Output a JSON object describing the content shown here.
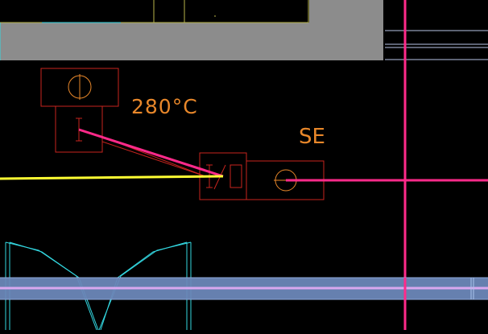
{
  "labels": {
    "temperature": "280°C",
    "se": "SE",
    "phi_upper": "Φ",
    "i_symbol": "I",
    "io_symbol": "I/O",
    "theta_symbol": "θ"
  },
  "colors": {
    "background": "#000000",
    "gray_block": "#8c8c8c",
    "cad_red": "#c8241e",
    "cad_orange": "#e8872a",
    "magenta": "#ff2a8a",
    "yellow": "#ffff33",
    "cyan": "#33d7e0",
    "olive": "#b9b54a",
    "slate_band": "#6b87b8",
    "light_purple": "#d9a8ef"
  }
}
